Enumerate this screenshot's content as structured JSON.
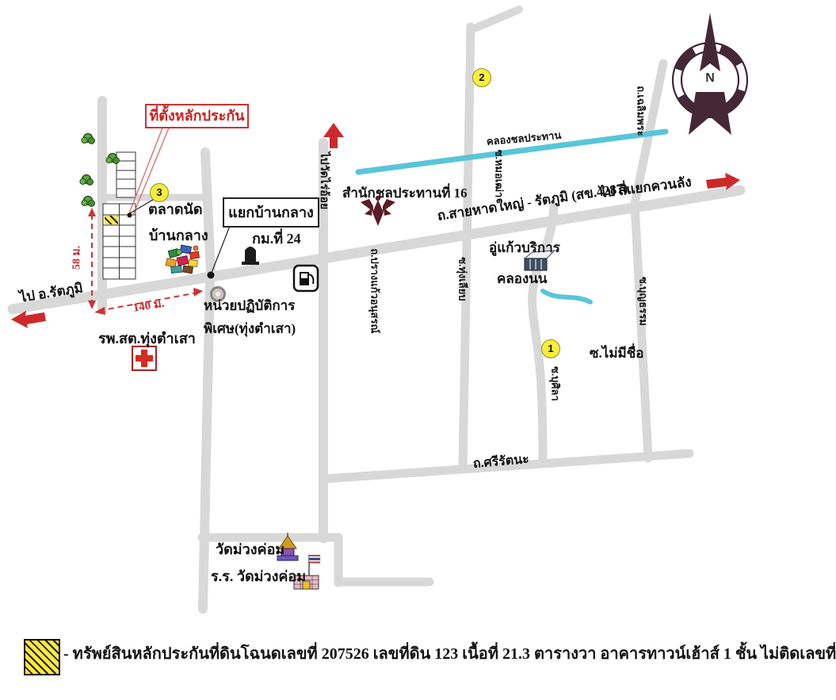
{
  "compass": {
    "label": "N"
  },
  "callout": {
    "collateral_site": "ที่ตั้งหลักประกัน"
  },
  "markers": {
    "m1": "1",
    "m2": "2",
    "m3": "3"
  },
  "places": {
    "market_line1": "ตลาดนัด",
    "market_line2": "บ้านกลาง",
    "junction": "แยกบ้านกลาง",
    "km24": "กม.ที่ 24",
    "special_unit_line1": "หน่วยปฏิบัติการ",
    "special_unit_line2": "พิเศษ(ทุ่งตำเสา)",
    "health_center": "รพ.สต.ทุ่งตำเสา",
    "irrigation_office": "สำนักชลประทานที่ 16",
    "garage": "อู่แก้วบริการ",
    "wat": "วัดม่วงค่อม",
    "school": "ร.ร. วัดม่วงค่อม"
  },
  "roads": {
    "main": "ถ.สายหาดใหญ่ - รัตภูมิ (สข.4287)",
    "to_khuanlang": "ไป สี่แยกควนลัง",
    "to_rattaphum": "ไป อ.รัตภูมิ",
    "to_wat_rai_oi": "ไปวัดไร่อ้อย",
    "prang_kaew": "ถ.ปรางแก้วอนุสรณ์",
    "sriratana": "ถ.ศรีรัตนะ",
    "soi_no_name": "ซ.ไม่มีชื่อ",
    "soi_busila": "ซ.บุศิลา",
    "soi_boontham": "ซ.บุญธรรม",
    "soi_chalermphra": "ถ.เฉลิมพระ",
    "soi_mo_thao": "ซ.หมอเฒ่า",
    "soi_thung_liap": "ซ.ทุ่งเลียบ"
  },
  "waterways": {
    "irrigation_canal": "คลองชลประทาน",
    "khlong_non": "คลองนน"
  },
  "measurements": {
    "depth": "58 ม.",
    "frontage": "140 ม."
  },
  "legend": {
    "text": "- ทรัพย์สินหลักประกันที่ดินโฉนดเลขที่ 207526 เลขที่ดิน 123 เนื้อที่ 21.3 ตารางวา อาคารทาวน์เฮ้าส์ 1 ชั้น ไม่ติดเลขที่"
  },
  "colors": {
    "road": "#d8d8d8",
    "canal": "#58c5d8",
    "accent_red": "#cc2a2a",
    "marker_yellow": "#f6ee3a",
    "hatch_yellow": "#ffe93a",
    "compass": "#452836"
  }
}
